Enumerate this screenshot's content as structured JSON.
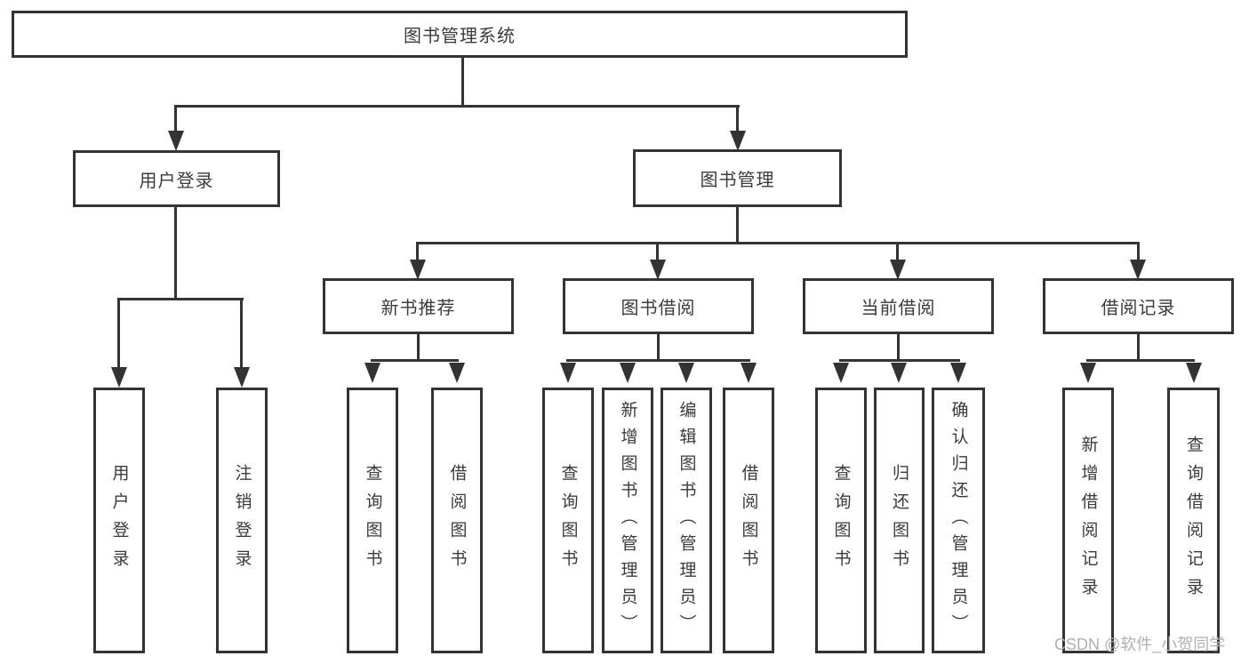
{
  "diagram": {
    "title_node": "图书管理系统",
    "nodes": {
      "root": "图书管理系统",
      "user_login": "用户登录",
      "book_mgmt": "图书管理",
      "new_book_rec": "新书推荐",
      "book_borrow": "图书借阅",
      "current_borrow": "当前借阅",
      "borrow_record": "借阅记录",
      "leaf_user_login": "用户登录",
      "leaf_logout": "注销登录",
      "leaf_nbr_query": "查询图书",
      "leaf_nbr_borrow": "借阅图书",
      "leaf_bb_query": "查询图书",
      "leaf_bb_add": "新增图书（管理员）",
      "leaf_bb_edit": "编辑图书（管理员）",
      "leaf_bb_borrow": "借阅图书",
      "leaf_cb_query": "查询图书",
      "leaf_cb_return": "归还图书",
      "leaf_cb_confirm": "确认归还（管理员）",
      "leaf_br_add": "新增借阅记录",
      "leaf_br_query": "查询借阅记录"
    },
    "colors": {
      "line": "#333333",
      "text": "#3b3b3b",
      "background": "#ffffff",
      "watermark": "#b0b0b0"
    }
  },
  "watermark": "CSDN @软件_小贺同学"
}
